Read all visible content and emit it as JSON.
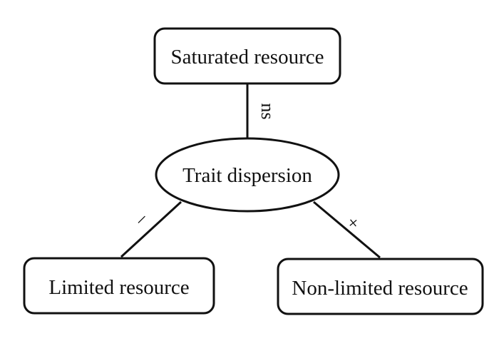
{
  "nodes": {
    "saturated": {
      "label": "Saturated resource",
      "shape": "rounded-rectangle"
    },
    "trait": {
      "label": "Trait dispersion",
      "shape": "ellipse"
    },
    "limited": {
      "label": "Limited resource",
      "shape": "rounded-rectangle"
    },
    "nonlimited": {
      "label": "Non-limited resource",
      "shape": "rounded-rectangle"
    }
  },
  "edges": [
    {
      "from": "saturated",
      "to": "trait",
      "label": "ns"
    },
    {
      "from": "trait",
      "to": "limited",
      "label": "–"
    },
    {
      "from": "trait",
      "to": "nonlimited",
      "label": "+"
    }
  ],
  "colors": {
    "stroke": "#111111",
    "background": "#ffffff"
  }
}
